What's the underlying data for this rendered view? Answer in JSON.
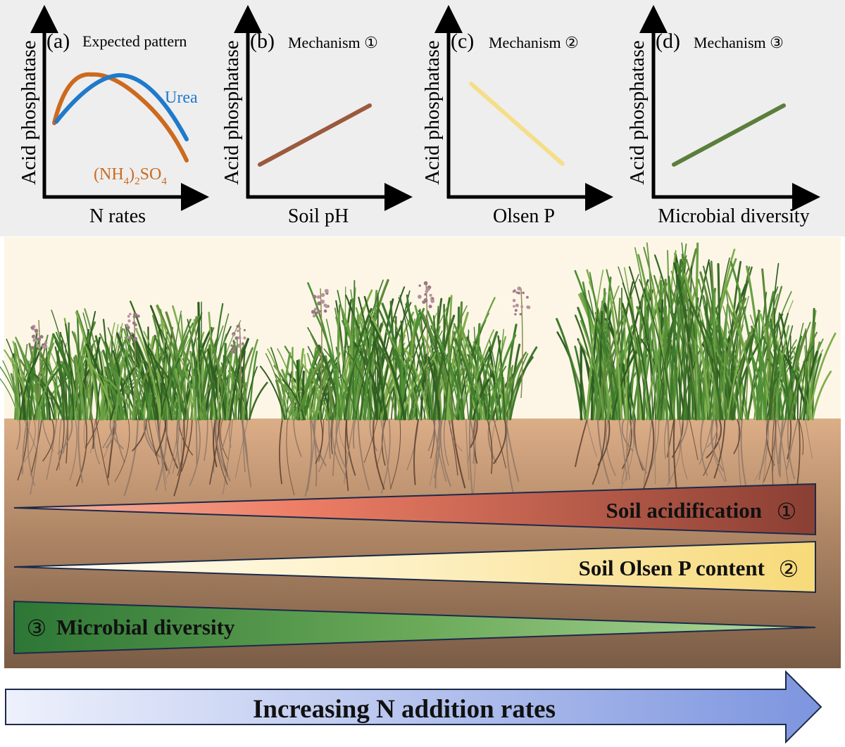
{
  "panels": [
    {
      "letter": "(a)",
      "title": "Expected pattern",
      "ylabel": "Acid phosphatase",
      "xlabel": "N rates",
      "series": [
        {
          "name": "Urea",
          "color": "#1f7acb"
        },
        {
          "name": "(NH4)2SO4",
          "color": "#cc6a1e"
        }
      ]
    },
    {
      "letter": "(b)",
      "title": "Mechanism ①",
      "ylabel": "Acid phosphatase",
      "xlabel": "Soil pH",
      "line_color": "#9b5a3c"
    },
    {
      "letter": "(c)",
      "title": "Mechanism ②",
      "ylabel": "Acid phosphatase",
      "xlabel": "Olsen P",
      "line_color": "#f5de8a"
    },
    {
      "letter": "(d)",
      "title": "Mechanism ③",
      "ylabel": "Acid phosphatase",
      "xlabel": "Microbial diversity",
      "line_color": "#5b7e3c"
    }
  ],
  "formula": {
    "nh": "(NH",
    "sub4": "4",
    "close": ")",
    "sub2": "2",
    "so": "SO",
    "sub4b": "4"
  },
  "wedges": [
    {
      "label": "Soil acidification",
      "mark": "①"
    },
    {
      "label": "Soil Olsen P content",
      "mark": "②"
    },
    {
      "mark": "③",
      "label": "Microbial diversity"
    }
  ],
  "arrow": {
    "label": "Increasing N addition rates"
  },
  "colors": {
    "panel_bg": "#eeeeee",
    "sky": "#fdf6e6",
    "soil_top": "#d9ab86",
    "soil_bottom": "#7a5c45",
    "acid_start": "#ef7d66",
    "acid_end": "#8a3f33",
    "olsen_start": "#fffbee",
    "olsen_end": "#f7dc80",
    "micro_start": "#2e7a36",
    "micro_end": "#a2d28c",
    "arrow_start": "#e8ecfb",
    "arrow_end": "#7e96e0"
  }
}
